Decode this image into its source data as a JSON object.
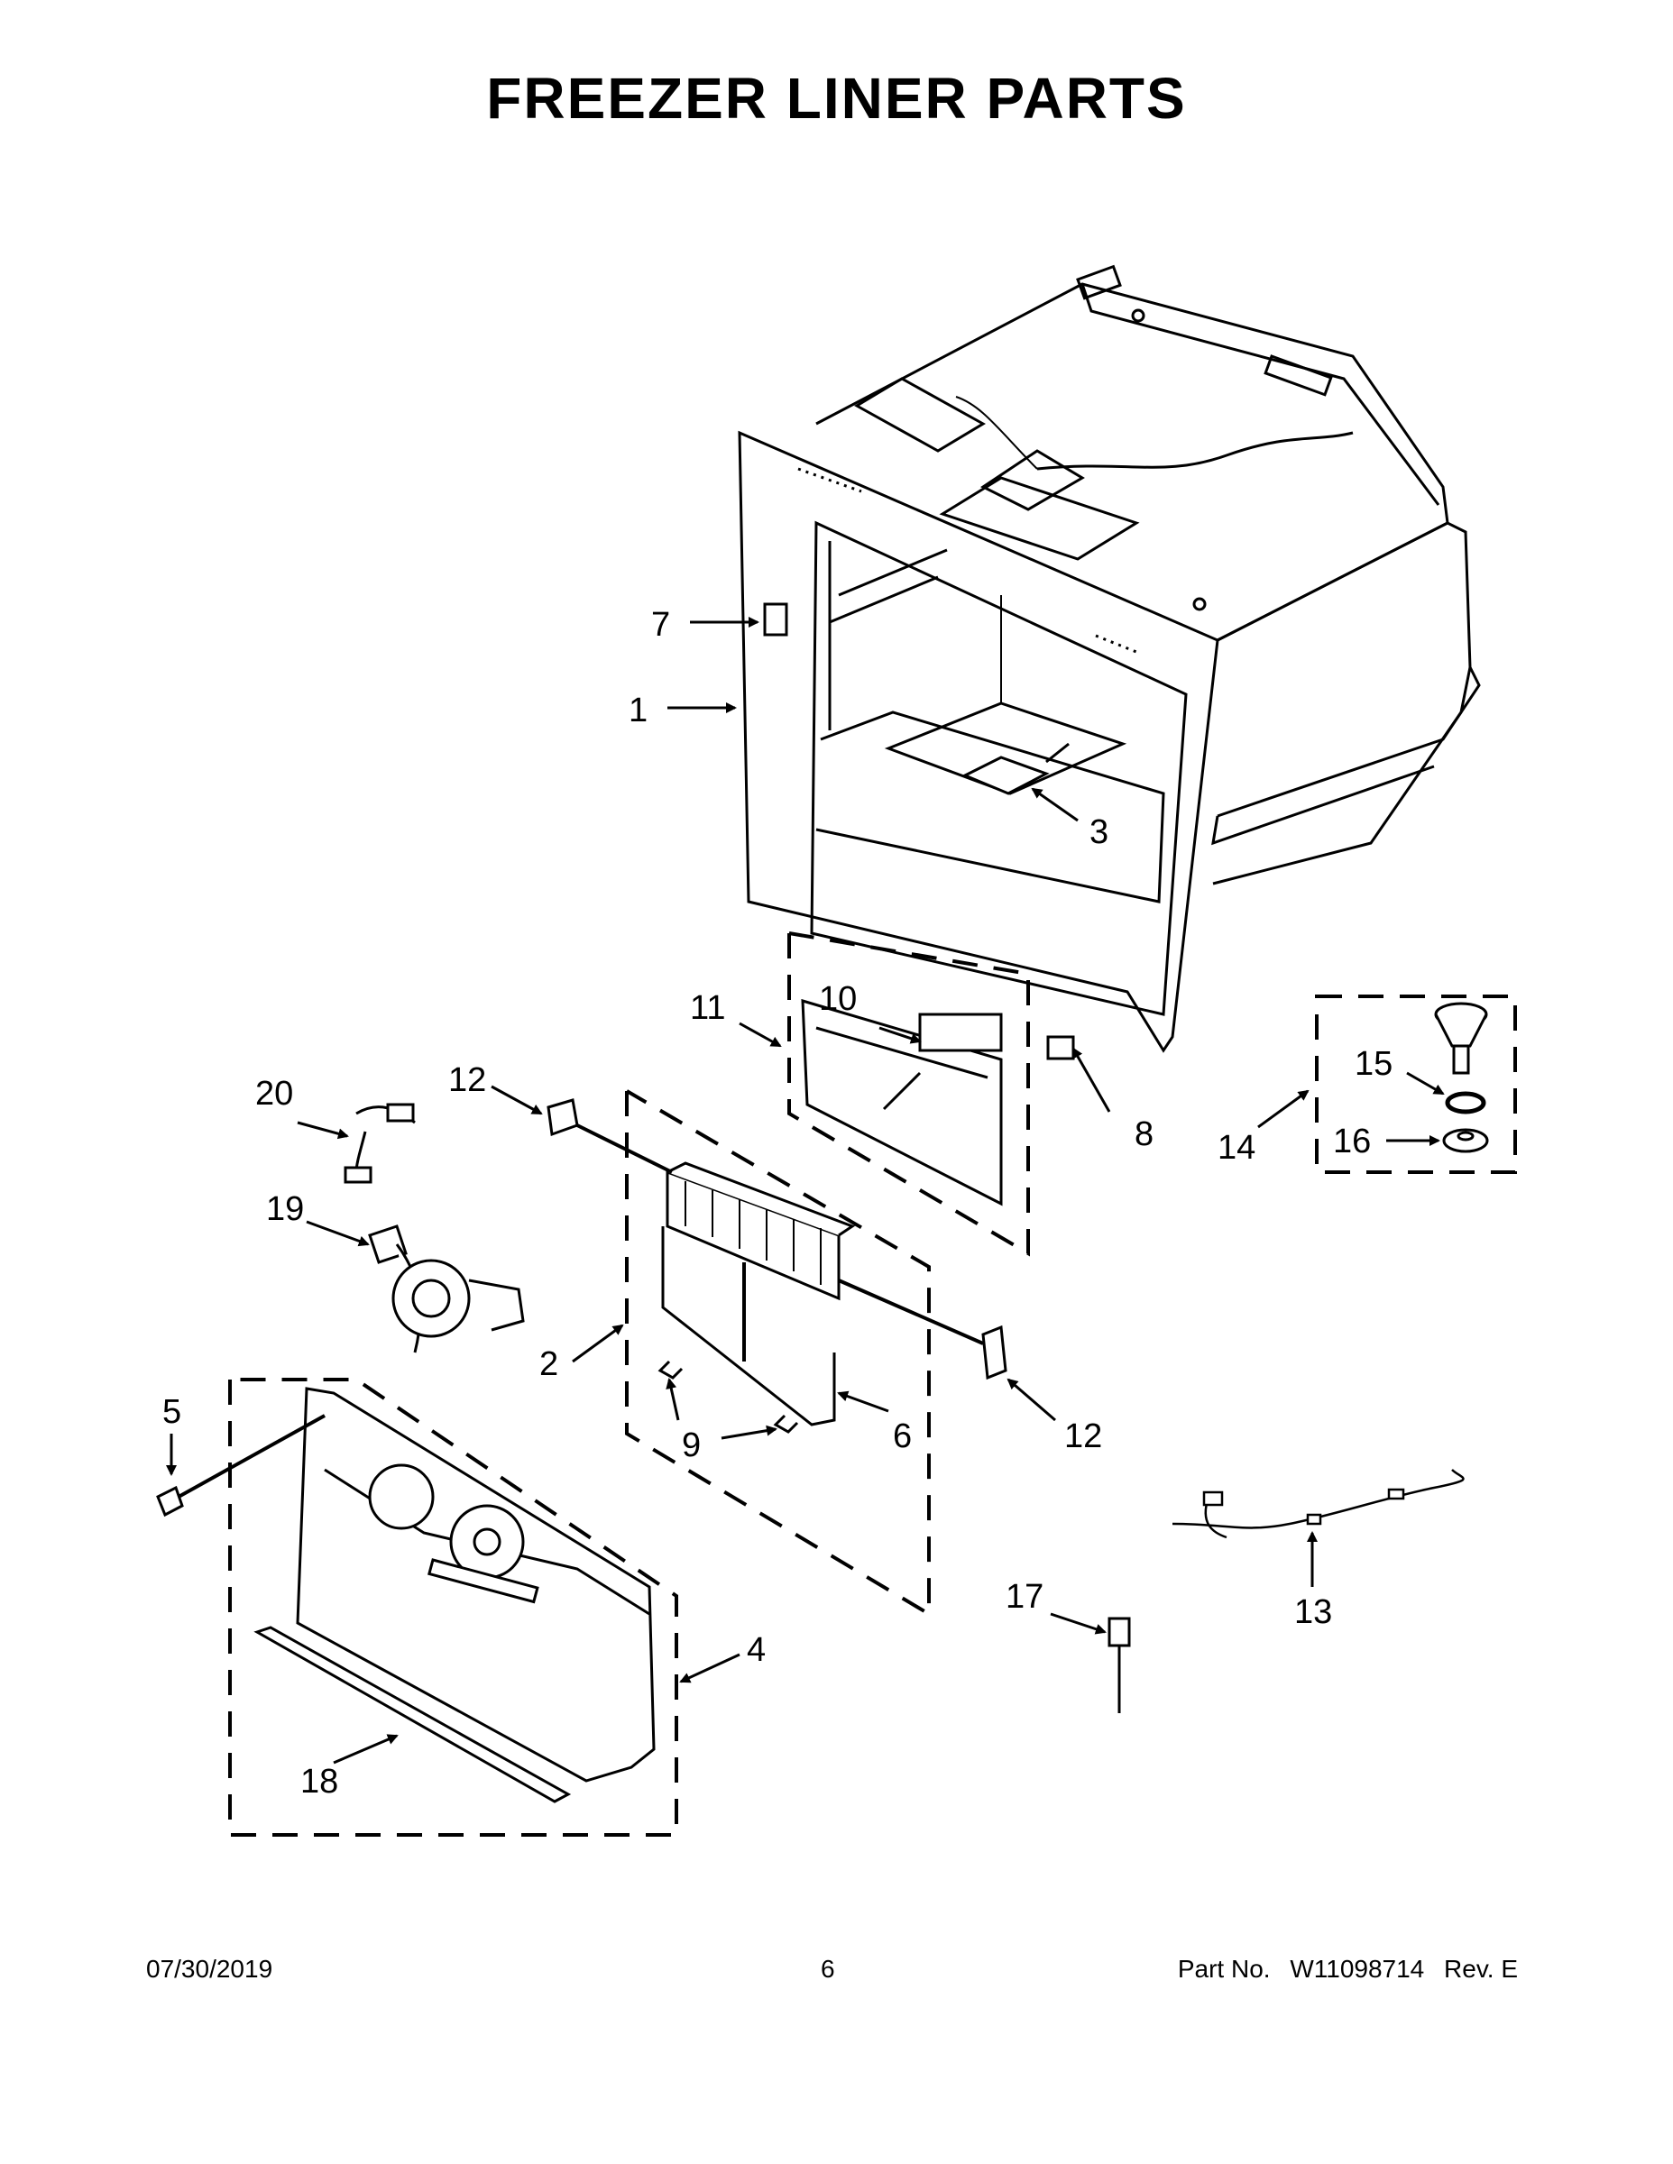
{
  "title": "FREEZER LINER PARTS",
  "footer": {
    "date": "07/30/2019",
    "page": "6",
    "part_label": "Part No.",
    "part_number": "W11098714",
    "revision": "Rev. E"
  },
  "callouts": {
    "c1": "1",
    "c2": "2",
    "c3": "3",
    "c4": "4",
    "c5": "5",
    "c6": "6",
    "c7": "7",
    "c8": "8",
    "c9": "9",
    "c10": "10",
    "c11": "11",
    "c12a": "12",
    "c12b": "12",
    "c13": "13",
    "c14": "14",
    "c15": "15",
    "c16": "16",
    "c17": "17",
    "c18": "18",
    "c19": "19",
    "c20": "20"
  }
}
